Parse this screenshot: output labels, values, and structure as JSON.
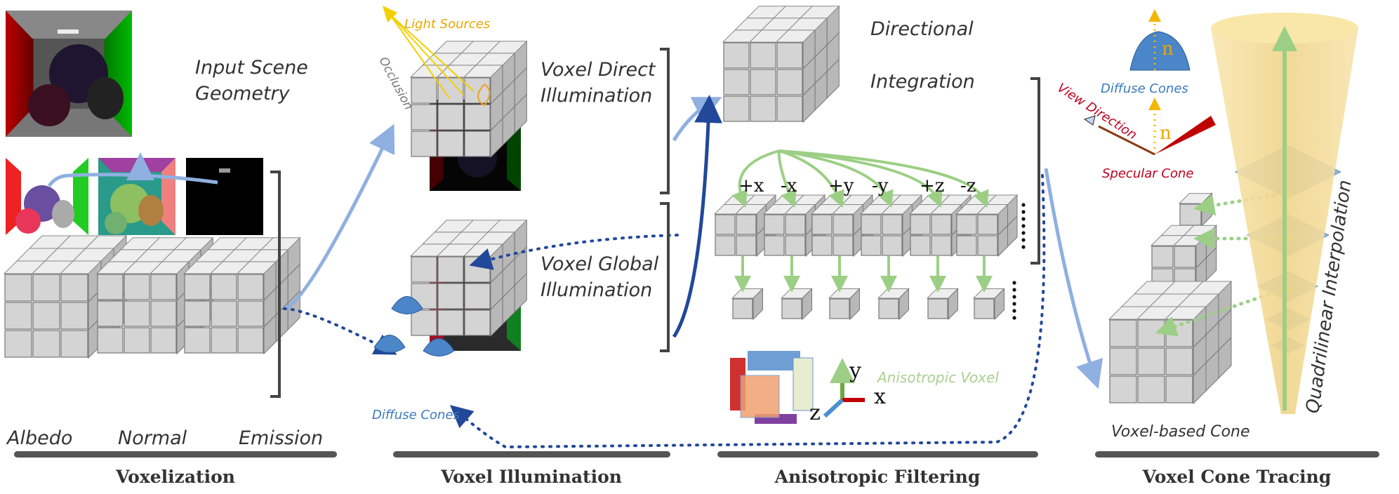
{
  "sections": [
    {
      "title": "Voxelization"
    },
    {
      "title": "Voxel Illumination"
    },
    {
      "title": "Anisotropic Filtering"
    },
    {
      "title": "Voxel Cone Tracing"
    }
  ],
  "voxelization": {
    "input_line1": "Input Scene",
    "input_line2": "Geometry",
    "albedo": "Albedo",
    "normal": "Normal",
    "emission": "Emission"
  },
  "illumination": {
    "light_sources": "Light Sources",
    "occlusion": "Occlusion",
    "direct_line1": "Voxel Direct",
    "direct_line2": "Illumination",
    "global_line1": "Voxel Global",
    "global_line2": "Illumination",
    "diffuse_cones": "Diffuse Cones"
  },
  "filtering": {
    "integration_line1": "Directional",
    "integration_line2": "Integration",
    "directions": [
      "+x",
      "-x",
      "+y",
      "-y",
      "+z",
      "-z"
    ],
    "anisotropic_voxel": "Anisotropic Voxel",
    "axis_x": "x",
    "axis_y": "y",
    "axis_z": "z"
  },
  "cone_tracing": {
    "diffuse_cones": "Diffuse Cones",
    "normal_label": "n",
    "view_direction": "View Direction",
    "specular_cone": "Specular Cone",
    "voxel_based_cone": "Voxel-based Cone",
    "quadrilinear": "Quadrilinear Interpolation"
  },
  "colors": {
    "bar": "#555555",
    "blue_arrow": "#8fb0e0",
    "dark_blue": "#22489a",
    "green": "#9ccf85",
    "cone_yellow": "#f5dfa0",
    "diffuse_blue": "#4a86c8",
    "specular_red": "#c00000",
    "light_yellow": "#f2b700"
  }
}
